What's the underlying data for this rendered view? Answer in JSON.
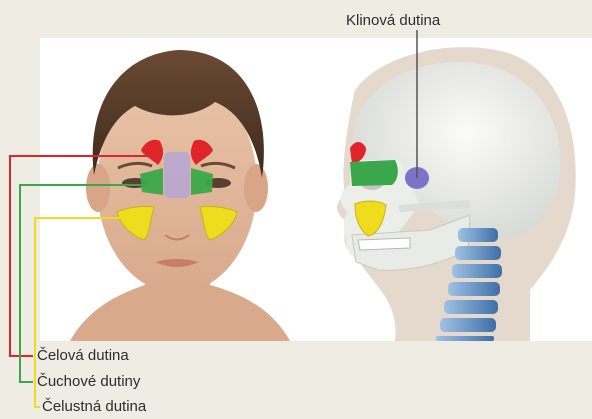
{
  "labels": {
    "sphenoid": "Klinová dutina",
    "frontal": "Čelová dutina",
    "ethmoid": "Čuchové dutiny",
    "maxillary": "Čelustná dutina"
  },
  "colors": {
    "frontal": "#e0242c",
    "ethmoid": "#3aa84a",
    "maxillary": "#f0dc1e",
    "sphenoid": "#7d72c8",
    "nasal": "#b5a6d6",
    "leader_line": "#555555",
    "background": "#efece3"
  },
  "figures": {
    "left": "front-view-face-with-sinuses",
    "right": "side-view-skull-with-sinuses"
  }
}
